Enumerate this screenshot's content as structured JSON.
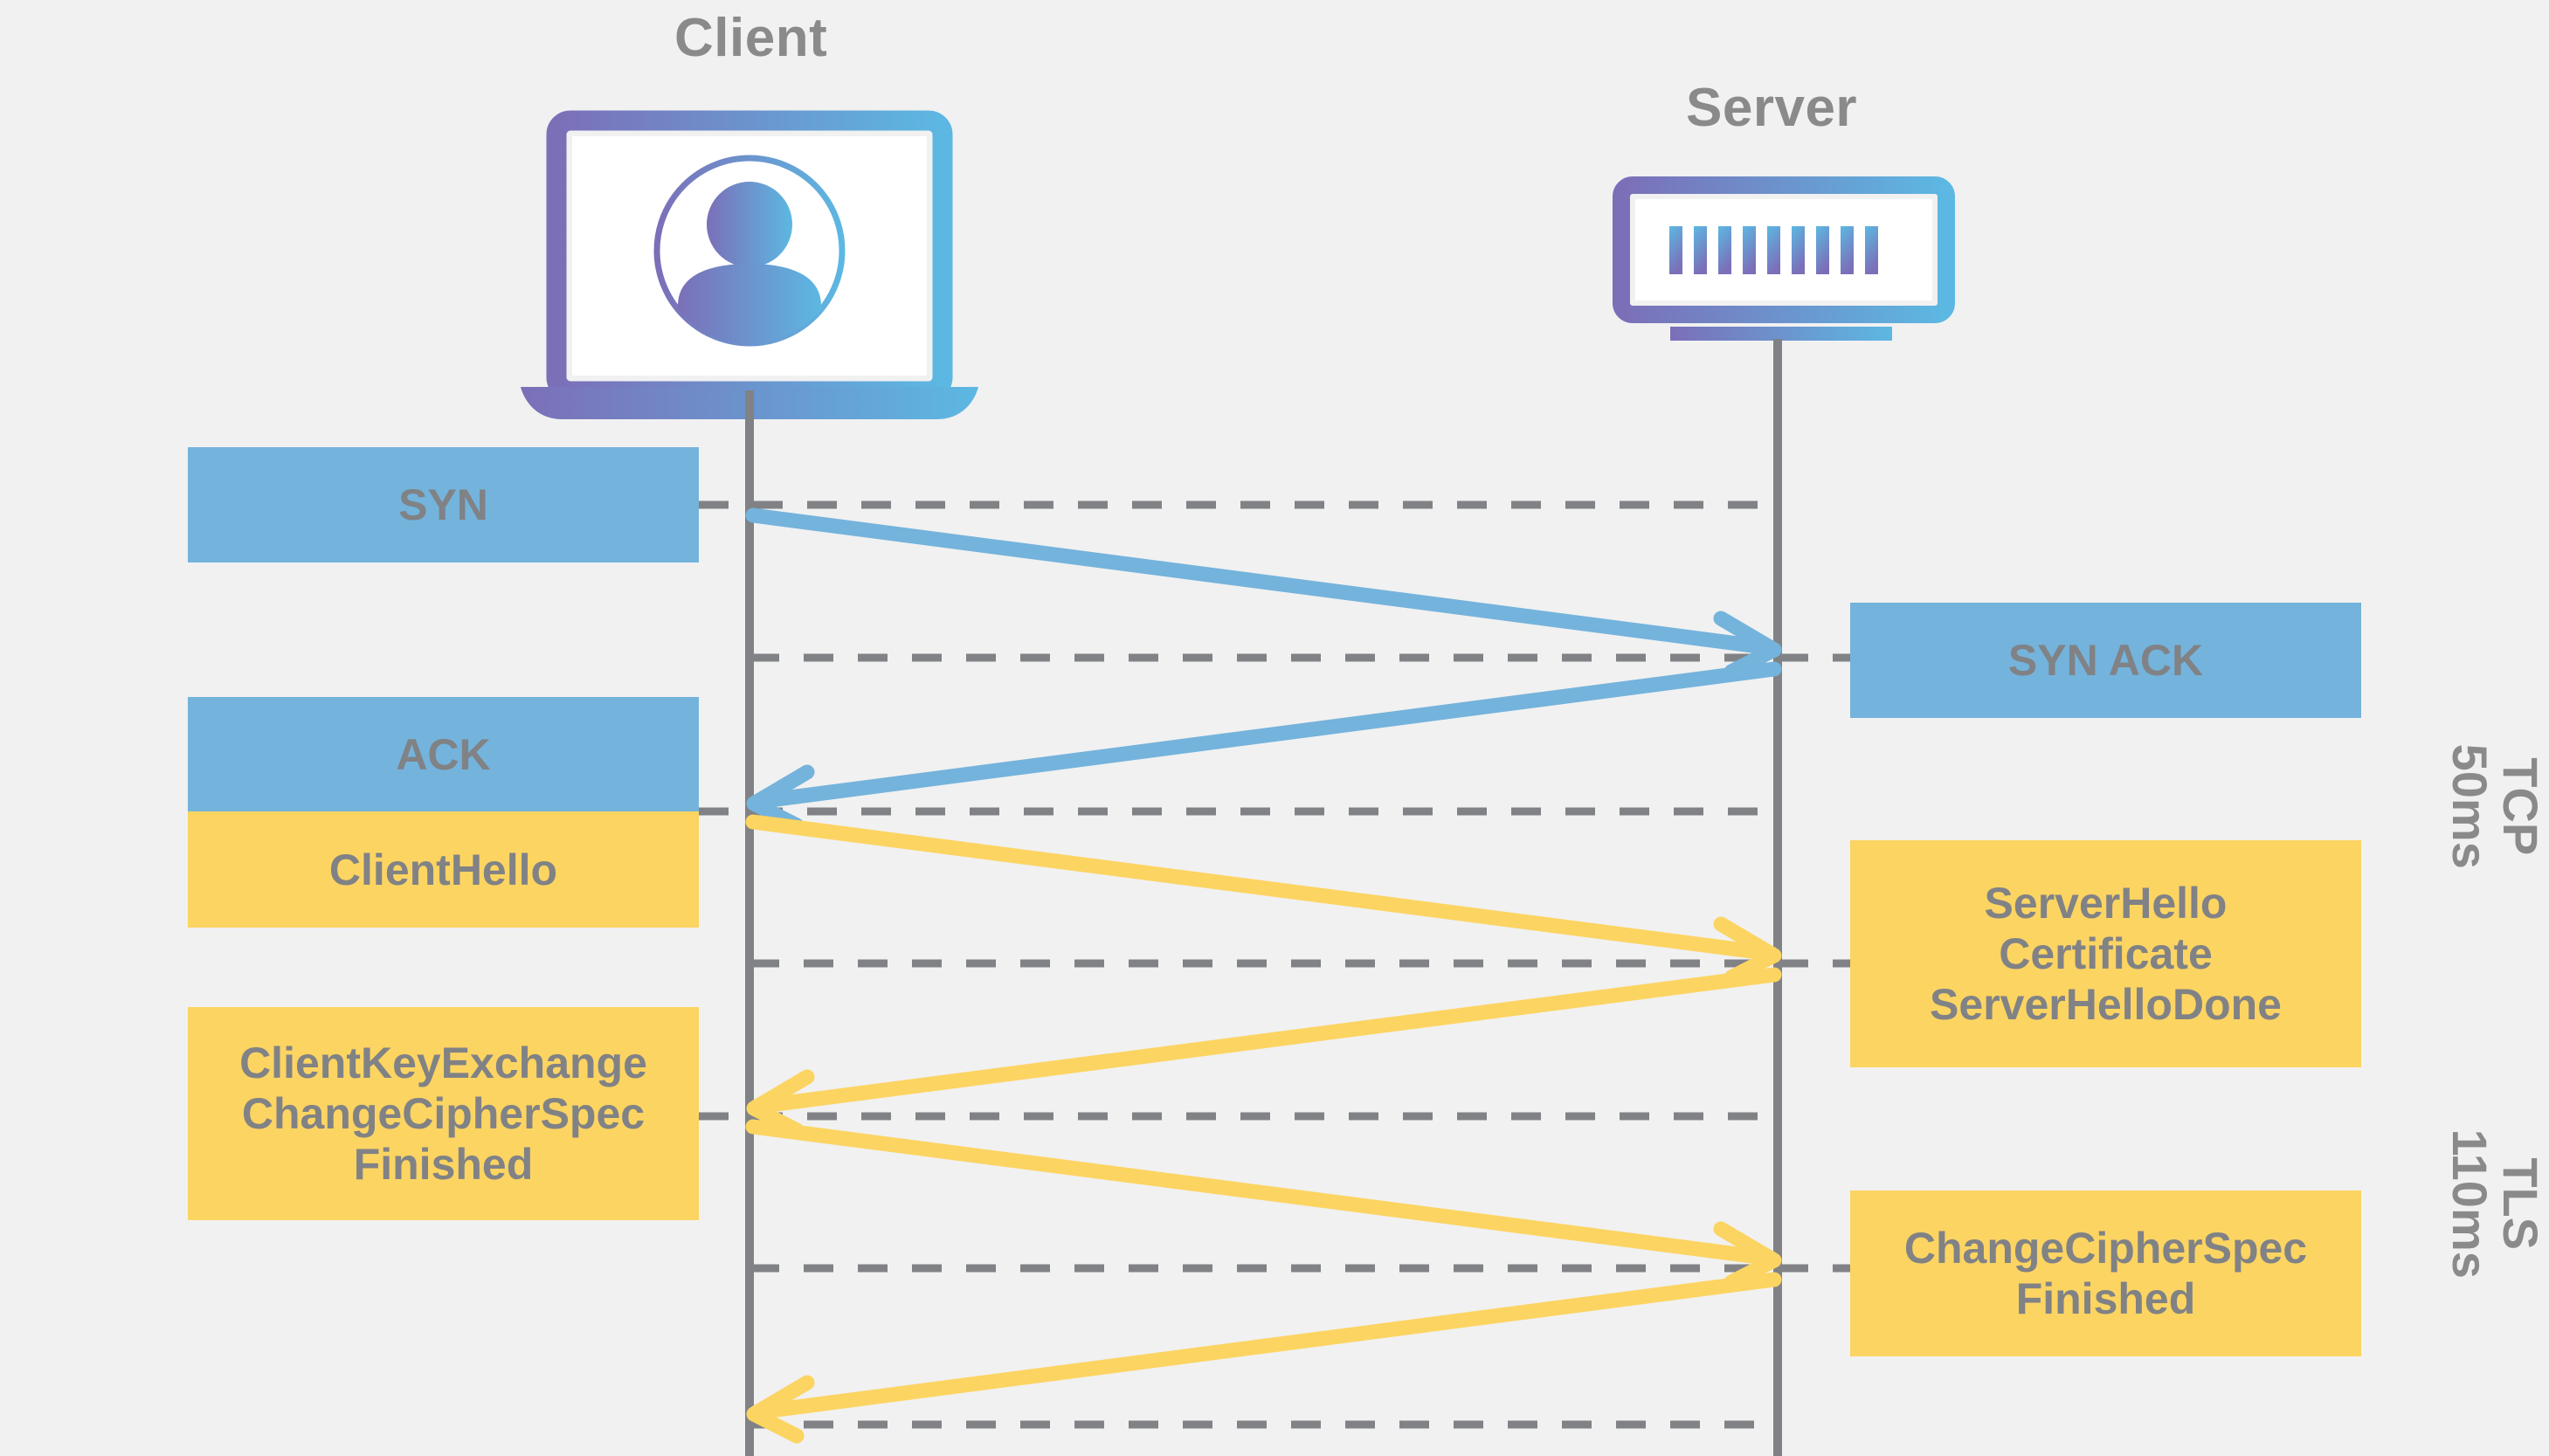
{
  "diagram": {
    "title_client": "Client",
    "title_server": "Server",
    "background_color": "#f1f1f1",
    "blue_color": "#74b3dc",
    "yellow_color": "#fcd462",
    "text_color": "#808285",
    "lifeline_color": "#808285"
  },
  "actors": [
    {
      "name": "client",
      "label": "Client",
      "icon": "laptop-user-icon"
    },
    {
      "name": "server",
      "label": "Server",
      "icon": "server-rack-icon"
    }
  ],
  "messages": [
    {
      "id": "syn",
      "label": "SYN",
      "side": "left",
      "protocol": "tcp",
      "color": "#74b3dc",
      "font_size": 50
    },
    {
      "id": "syn-ack",
      "label": "SYN ACK",
      "side": "right",
      "protocol": "tcp",
      "color": "#74b3dc",
      "font_size": 50
    },
    {
      "id": "ack",
      "label": "ACK",
      "side": "left",
      "protocol": "tcp",
      "color": "#74b3dc",
      "font_size": 50
    },
    {
      "id": "client-hello",
      "label": "ClientHello",
      "side": "left",
      "protocol": "tls",
      "color": "#fcd462",
      "font_size": 50
    },
    {
      "id": "server-hello",
      "label": "ServerHello\nCertificate\nServerHelloDone",
      "side": "right",
      "protocol": "tls",
      "color": "#fcd462",
      "font_size": 50
    },
    {
      "id": "client-key-exchange",
      "label": "ClientKeyExchange\nChangeCipherSpec\nFinished",
      "side": "left",
      "protocol": "tls",
      "color": "#fcd462",
      "font_size": 50
    },
    {
      "id": "server-ccs",
      "label": "ChangeCipherSpec\nFinished",
      "side": "right",
      "protocol": "tls",
      "color": "#fcd462",
      "font_size": 50
    }
  ],
  "phases": [
    {
      "id": "tcp",
      "label": "TCP\n50ms",
      "duration_ms": 50
    },
    {
      "id": "tls",
      "label": "TLS\n110ms",
      "duration_ms": 110
    }
  ],
  "arrows": [
    {
      "id": "arrow-syn",
      "from": "client",
      "to": "server",
      "protocol": "tcp",
      "color": "#74b3dc"
    },
    {
      "id": "arrow-syn-ack",
      "from": "server",
      "to": "client",
      "protocol": "tcp",
      "color": "#74b3dc"
    },
    {
      "id": "arrow-client-hello",
      "from": "client",
      "to": "server",
      "protocol": "tls",
      "color": "#fcd462"
    },
    {
      "id": "arrow-server-hello",
      "from": "server",
      "to": "client",
      "protocol": "tls",
      "color": "#fcd462"
    },
    {
      "id": "arrow-client-key",
      "from": "client",
      "to": "server",
      "protocol": "tls",
      "color": "#fcd462"
    },
    {
      "id": "arrow-server-ccs",
      "from": "server",
      "to": "client",
      "protocol": "tls",
      "color": "#fcd462"
    }
  ]
}
